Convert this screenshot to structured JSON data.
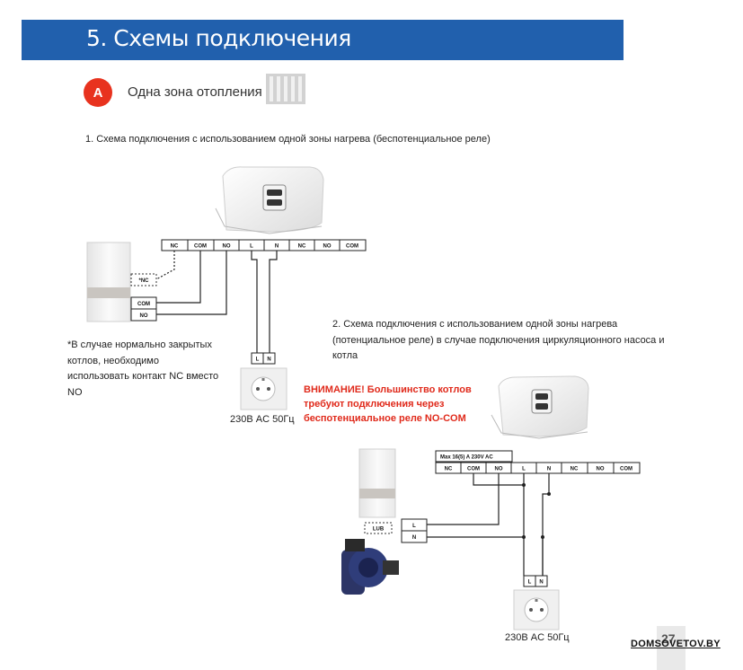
{
  "header": {
    "title": "5. Схемы подключения"
  },
  "section": {
    "badge": "A",
    "label": "Одна зона отопления"
  },
  "diagram1": {
    "title": "1. Схема подключения с использованием одной зоны нагрева (беспотенциальное реле)",
    "terminals": [
      "NC",
      "COM",
      "NO",
      "L",
      "N",
      "NC",
      "NO",
      "COM"
    ],
    "boiler_terminals": [
      "*NC",
      "COM",
      "NO"
    ],
    "socket_terminals": [
      "L",
      "N"
    ],
    "note": "*В случае нормально закрытых котлов, необходимо использовать контакт NC вместо NO",
    "voltage": "230В AC 50Гц"
  },
  "diagram2": {
    "title": "2. Схема подключения с использованием одной зоны нагрева (потенциальное реле) в случае подключения циркуляционного насоса и котла",
    "warning": "ВНИМАНИЕ!  Большинство котлов требуют подключения через беспотенциальное реле NO-COM",
    "rating": "Max 16(5) A 230V AC",
    "terminals": [
      "NC",
      "COM",
      "NO",
      "L",
      "N",
      "NC",
      "NO",
      "COM"
    ],
    "pump_terminals": [
      "L",
      "N"
    ],
    "boiler_box": "LUB",
    "socket_terminals": [
      "L",
      "N"
    ],
    "voltage": "230В AC 50Гц"
  },
  "colors": {
    "header": "#2160ad",
    "badge": "#e8321e",
    "warning": "#e02a1b"
  },
  "footer": {
    "watermark": "DOMSOVETOV.BY",
    "page_number": "27"
  }
}
